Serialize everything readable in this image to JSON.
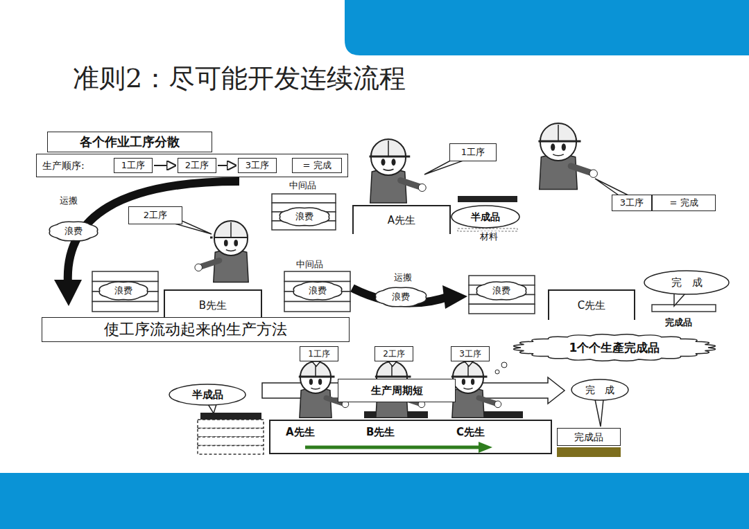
{
  "diagram": {
    "title": "准则2：尽可能开发连续流程",
    "nodes": [
      {
        "text": [
          "各个作业工序分散"
        ]
      },
      {
        "text": [
          "生产顺序:"
        ]
      },
      {
        "text": [
          "1工序"
        ],
        "in": 1
      },
      {
        "text": [
          "2工序"
        ],
        "in": 1
      },
      {
        "text": [
          "3工序"
        ],
        "in": 1
      },
      {
        "text": [
          "= 完成"
        ],
        "in": 1
      },
      {
        "text": [
          "1工序"
        ]
      },
      {
        "text": [
          "3工序"
        ]
      },
      {
        "text": [
          "= 完成"
        ]
      },
      {
        "text": [
          "浪费"
        ]
      },
      {
        "text": [
          "A先生"
        ]
      },
      {
        "text": [
          "半成品"
        ]
      },
      {
        "text": [
          "浪费"
        ]
      },
      {
        "text": [
          "2工序"
        ]
      },
      {
        "text": [
          "浪费"
        ]
      },
      {
        "text": [
          "B先生"
        ]
      },
      {
        "text": [
          "浪费"
        ]
      },
      {
        "text": [
          "浪费"
        ]
      },
      {
        "text": [
          "浪费"
        ]
      },
      {
        "text": [
          "C先生"
        ]
      },
      {
        "text": [
          "完　成"
        ]
      },
      {
        "text": [
          "使工序流动起来的生产方法"
        ]
      },
      {
        "text": [
          "1工序"
        ]
      },
      {
        "text": [
          "2工序"
        ]
      },
      {
        "text": [
          "3工序"
        ]
      },
      {
        "text": [
          "1个个生產完成品"
        ]
      },
      {
        "text": [
          "生产周期短"
        ]
      },
      {
        "text": [
          "半成品"
        ]
      },
      {
        "text": [
          "A先生",
          "B先生",
          "C先生"
        ]
      },
      {
        "text": [
          "完　成"
        ]
      },
      {
        "text": [
          "完成品"
        ]
      }
    ],
    "edges": [
      {
        "from": 2,
        "to": 3,
        "arrow": "to"
      },
      {
        "from": 3,
        "to": 4,
        "arrow": "to"
      }
    ],
    "labels": [
      "运搬",
      "中间品",
      "材料",
      "运搬",
      "中间品",
      "完成品"
    ]
  }
}
